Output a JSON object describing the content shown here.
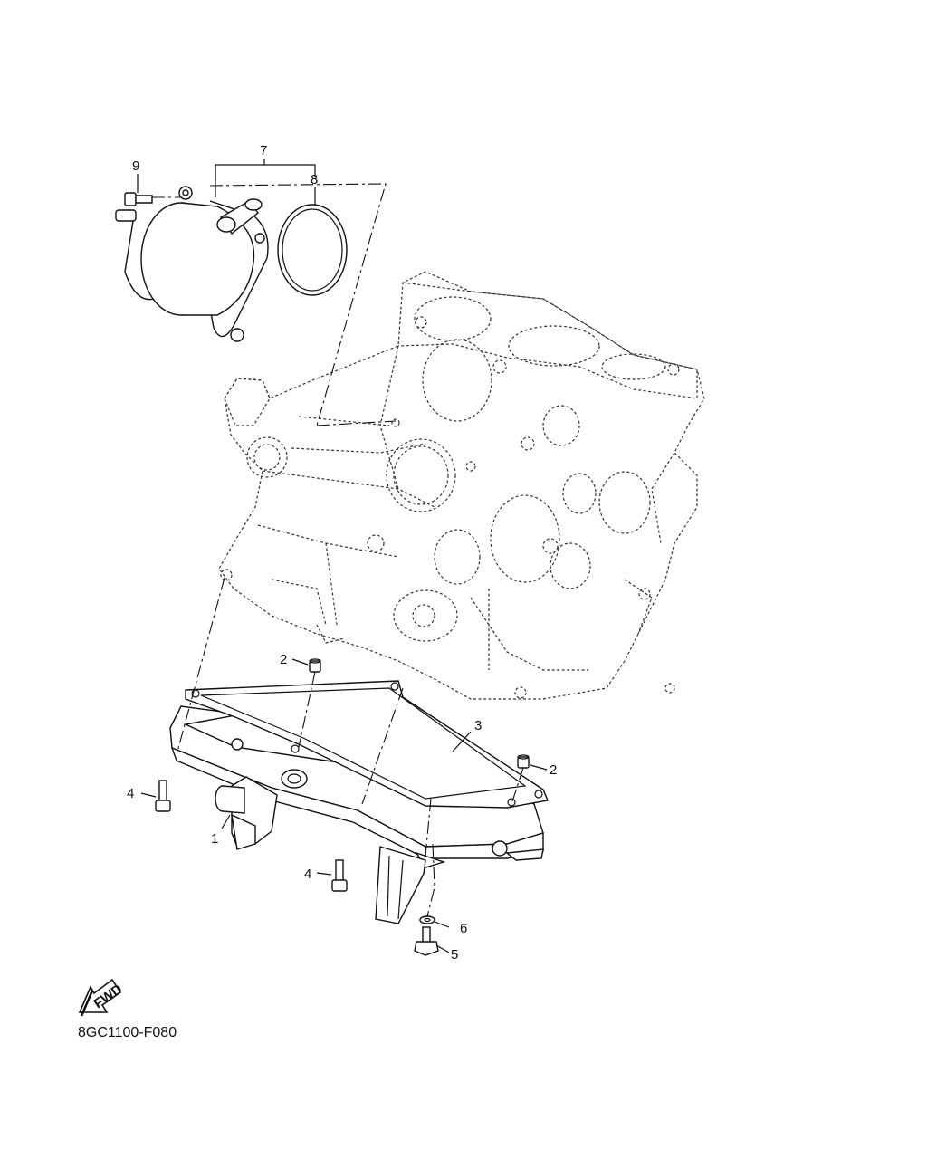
{
  "diagram_code": "8GC1100-F080",
  "fwd_label": "FWD",
  "callouts": {
    "c1": "1",
    "c2a": "2",
    "c2b": "2",
    "c3": "3",
    "c4a": "4",
    "c4b": "4",
    "c5": "5",
    "c6": "6",
    "c7": "7",
    "c8": "8",
    "c9": "9"
  },
  "parts": [
    {
      "ref": "1",
      "icon": "oil-strainer"
    },
    {
      "ref": "2",
      "icon": "dowel-pin"
    },
    {
      "ref": "3",
      "icon": "gasket"
    },
    {
      "ref": "4",
      "icon": "bolt"
    },
    {
      "ref": "5",
      "icon": "drain-bolt"
    },
    {
      "ref": "6",
      "icon": "washer"
    },
    {
      "ref": "7",
      "icon": "oil-cooler"
    },
    {
      "ref": "8",
      "icon": "o-ring"
    },
    {
      "ref": "9",
      "icon": "bolt"
    }
  ]
}
